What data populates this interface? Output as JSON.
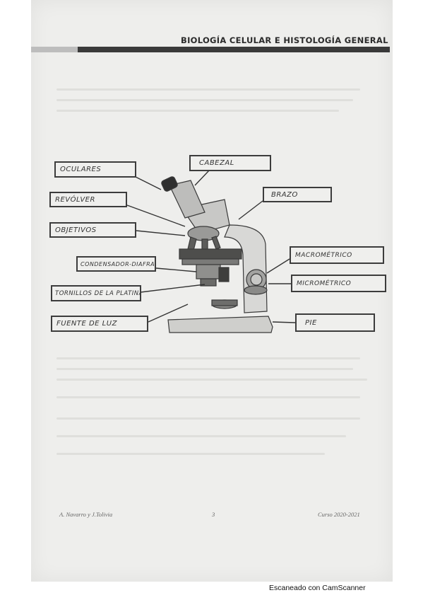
{
  "header": {
    "title": "BIOLOGÍA CELULAR E HISTOLOGÍA GENERAL"
  },
  "labels": {
    "oculares": "OCULARES",
    "revolver": "REVÓLVER",
    "objetivos": "OBJETIVOS",
    "condensador": "CONDENSADOR-DIAFRAG",
    "tornillos": "TORNILLOS DE LA PLATINA",
    "fuente_luz": "FUENTE DE LUZ",
    "cabezal": "CABEZAL",
    "brazo": "BRAZO",
    "macrometrico": "MACROMÉTRICO",
    "micrometrico": "MICROMÉTRICO",
    "pie": "PIE"
  },
  "footer": {
    "authors": "A. Navarro y J.Tolivia",
    "page": "3",
    "course": "Curso 2020-2021"
  },
  "watermark": "Escaneado con CamScanner"
}
